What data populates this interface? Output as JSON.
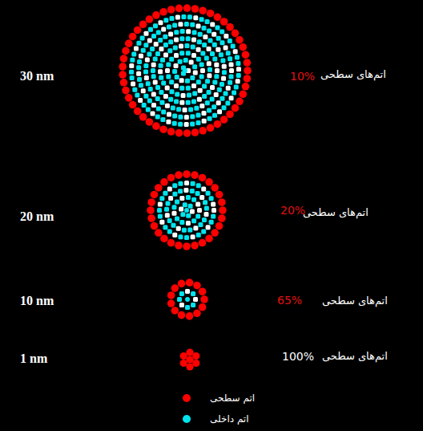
{
  "diagram": {
    "labels": [
      "30 nm",
      "10%",
      "اتم‌های سطحی",
      "20 nm",
      "20%",
      "اتم‌های سطحی",
      "10 nm",
      "65%",
      "اتم‌های سطحی",
      "1 nm",
      "100%",
      "اتم‌های سطحی"
    ],
    "legend": [
      {
        "text": "اتم سطحی",
        "color": "#ff0000"
      },
      {
        "text": "اتم داخلی",
        "color": "#00e5ee"
      }
    ]
  }
}
